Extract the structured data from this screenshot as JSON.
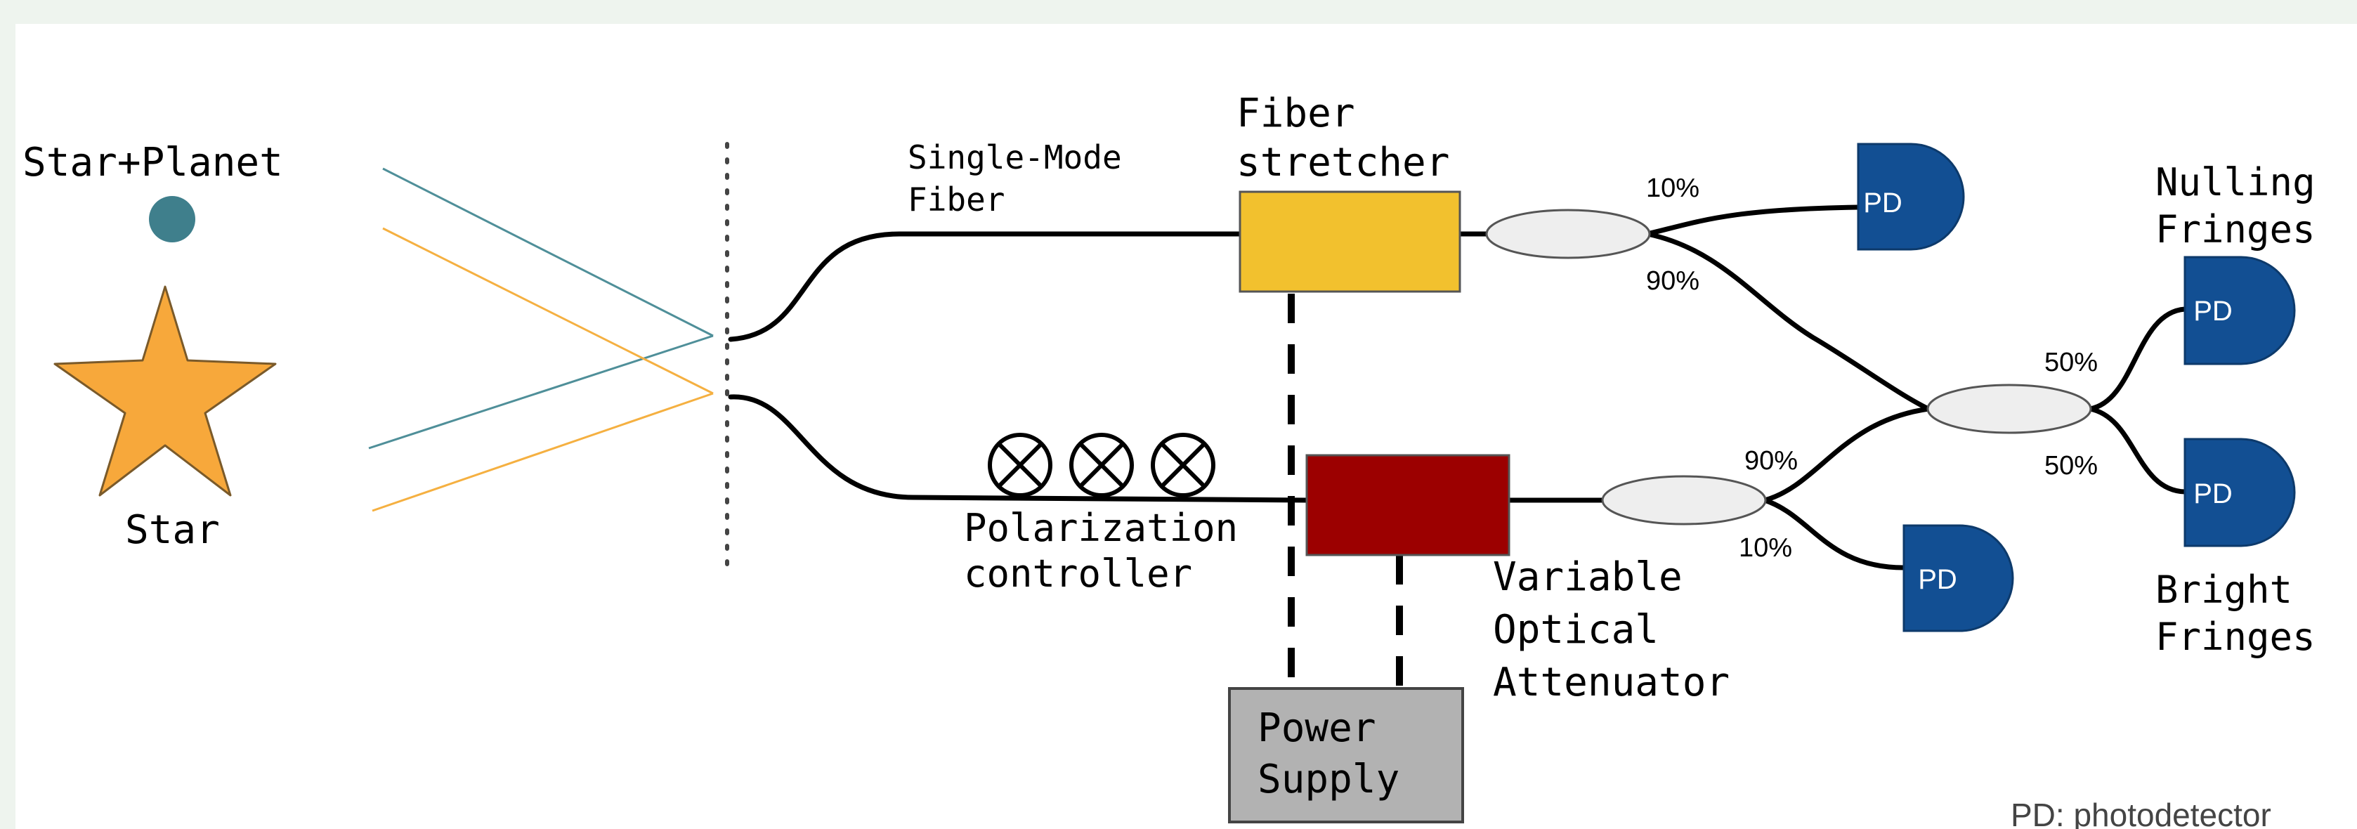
{
  "labels": {
    "star_planet": "Star+Planet",
    "star": "Star",
    "single_mode_fiber_line1": "Single-Mode",
    "single_mode_fiber_line2": "Fiber",
    "fiber_stretcher_line1": "Fiber",
    "fiber_stretcher_line2": "stretcher",
    "polarization_controller_line1": "Polarization",
    "polarization_controller_line2": "controller",
    "voa_line1": "Variable",
    "voa_line2": "Optical",
    "voa_line3": "Attenuator",
    "power_supply_line1": "Power",
    "power_supply_line2": "Supply",
    "nulling_line1": "Nulling",
    "nulling_line2": "Fringes",
    "bright_line1": "Bright",
    "bright_line2": "Fringes",
    "footnote": "PD: photodetector"
  },
  "splits": {
    "upper_tap_10": "10%",
    "upper_tap_90": "90%",
    "lower_tap_90": "90%",
    "lower_tap_10": "10%",
    "combiner_top": "50%",
    "combiner_bottom": "50%"
  },
  "detectors": {
    "pd_label": "PD"
  },
  "colors": {
    "planet": "#3f7f8c",
    "star": "#f7a83b",
    "teal_ray": "#4f8f99",
    "orange_ray": "#f5b041",
    "fiber_stretcher": "#f2c12e",
    "attenuator": "#9c0000",
    "power_supply": "#b2b2b2",
    "coupler": "#eeeeee",
    "photodetector": "#124f93",
    "background": "#eef4ee"
  }
}
